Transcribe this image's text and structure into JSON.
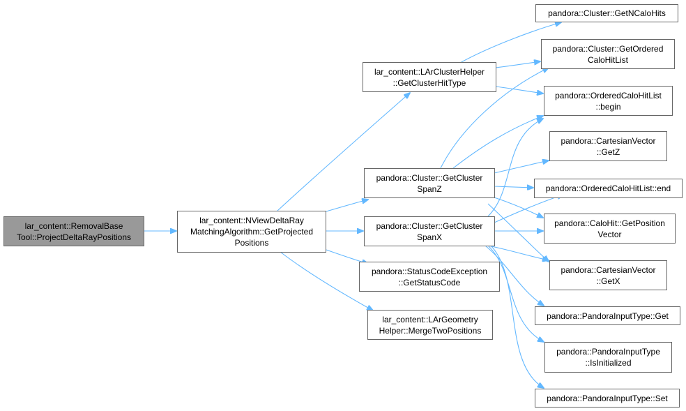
{
  "nodes": {
    "root": [
      "lar_content::RemovalBase",
      "Tool::ProjectDeltaRayPositions"
    ],
    "getProjected": [
      "lar_content::NViewDeltaRay",
      "MatchingAlgorithm::GetProjected",
      "Positions"
    ],
    "getClusterHitType": [
      "lar_content::LArClusterHelper",
      "::GetClusterHitType"
    ],
    "spanZ": [
      "pandora::Cluster::GetCluster",
      "SpanZ"
    ],
    "spanX": [
      "pandora::Cluster::GetCluster",
      "SpanX"
    ],
    "statusCode": [
      "pandora::StatusCodeException",
      "::GetStatusCode"
    ],
    "mergeTwo": [
      "lar_content::LArGeometry",
      "Helper::MergeTwoPositions"
    ],
    "getNCaloHits": [
      "pandora::Cluster::GetNCaloHits"
    ],
    "getOrdered": [
      "pandora::Cluster::GetOrdered",
      "CaloHitList"
    ],
    "begin": [
      "pandora::OrderedCaloHitList",
      "::begin"
    ],
    "getZ": [
      "pandora::CartesianVector",
      "::GetZ"
    ],
    "end": [
      "pandora::OrderedCaloHitList::end"
    ],
    "getPosition": [
      "pandora::CaloHit::GetPosition",
      "Vector"
    ],
    "getX": [
      "pandora::CartesianVector",
      "::GetX"
    ],
    "inputGet": [
      "pandora::PandoraInputType::Get"
    ],
    "isInitialized": [
      "pandora::PandoraInputType",
      "::IsInitialized"
    ],
    "inputSet": [
      "pandora::PandoraInputType::Set"
    ]
  },
  "colors": {
    "edge": "#63b8ff",
    "root_fill": "#999999",
    "border": "#666666"
  }
}
